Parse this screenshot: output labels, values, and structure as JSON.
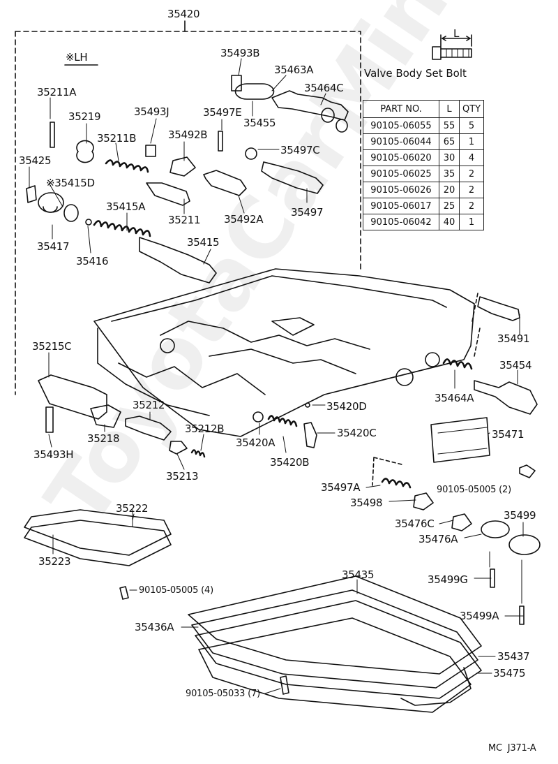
{
  "header_part": "35420",
  "lh_note": "※LH",
  "bolt_title": "Valve Body Set Bolt",
  "bolt_length_label": "L",
  "bolt_table": {
    "headers": [
      "PART NO.",
      "L",
      "QTY"
    ],
    "rows": [
      [
        "90105-06055",
        "55",
        "5"
      ],
      [
        "90105-06044",
        "65",
        "1"
      ],
      [
        "90105-06020",
        "30",
        "4"
      ],
      [
        "90105-06025",
        "35",
        "2"
      ],
      [
        "90105-06026",
        "20",
        "2"
      ],
      [
        "90105-06017",
        "25",
        "2"
      ],
      [
        "90105-06042",
        "40",
        "1"
      ]
    ]
  },
  "labels": {
    "p35493B": "35493B",
    "p35463A": "35463A",
    "p35464C": "35464C",
    "p35211A": "35211A",
    "p35219": "35219",
    "p35493J": "35493J",
    "p35497E": "35497E",
    "p35455": "35455",
    "p35497C": "35497C",
    "p35211B": "35211B",
    "p35492B": "35492B",
    "p35425": "35425",
    "p35415D": "※35415D",
    "p35415A": "35415A",
    "p35211": "35211",
    "p35492A": "35492A",
    "p35497": "35497",
    "p35417": "35417",
    "p35416": "35416",
    "p35415": "35415",
    "p35491": "35491",
    "p35215C": "35215C",
    "p35454": "35454",
    "p35212": "35212",
    "p35464A": "35464A",
    "p35420D": "35420D",
    "p35218": "35218",
    "p35212B": "35212B",
    "p35420A": "35420A",
    "p35420C": "35420C",
    "p35471": "35471",
    "p35493H": "35493H",
    "p35420B": "35420B",
    "p35213": "35213",
    "p35497A": "35497A",
    "p9010505005b": "90105-05005 (2)",
    "p35498": "35498",
    "p35222": "35222",
    "p35476C": "35476C",
    "p35499": "35499",
    "p35476A": "35476A",
    "p35223": "35223",
    "p35435": "35435",
    "p35499G": "35499G",
    "p9010505005a": "90105-05005 (4)",
    "p35499A": "35499A",
    "p35436A": "35436A",
    "p35437": "35437",
    "p35475": "35475",
    "p9010505033": "90105-05033 (7)"
  },
  "footer_code": "MC  J371-A",
  "watermark": "ToyotaCarMini.ru"
}
